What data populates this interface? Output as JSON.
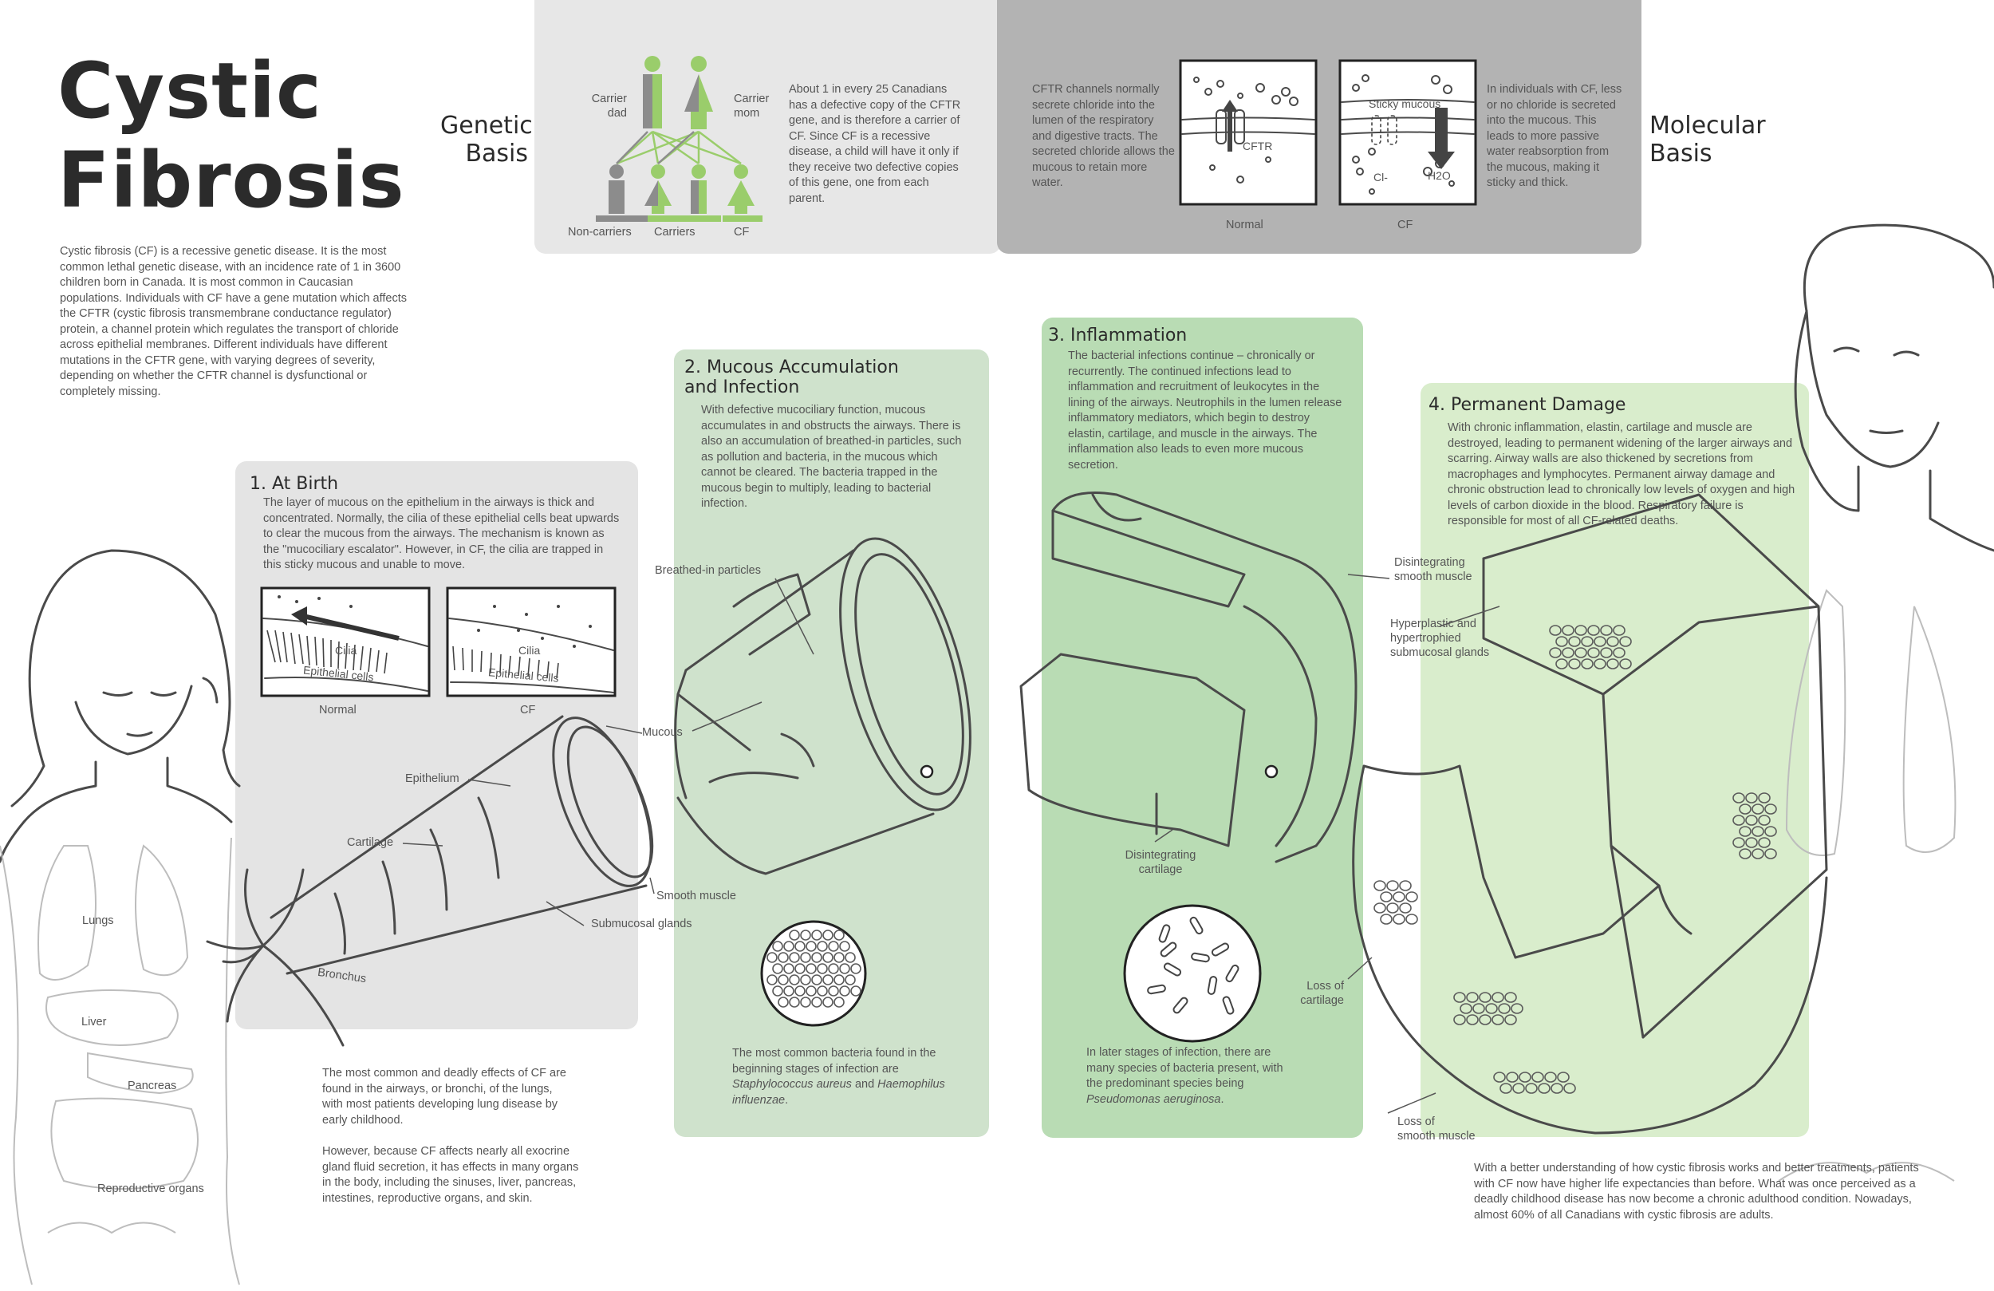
{
  "title": {
    "line1": "Cystic",
    "line2": "Fibrosis"
  },
  "intro": "Cystic fibrosis (CF) is a recessive genetic disease. It is the most common lethal genetic disease, with an incidence rate of 1 in 3600 children born in Canada. It is most common in Caucasian populations. Individuals with CF have a gene mutation which affects the CFTR (cystic fibrosis transmembrane conductance regulator) protein, a channel protein which regulates the transport of chloride across epithelial membranes. Different individuals have different mutations in the CFTR gene, with varying degrees of severity, depending on whether the CFTR channel is dysfunctional or completely missing.",
  "genetic": {
    "heading": "Genetic\nBasis",
    "carrier_dad": "Carrier\ndad",
    "carrier_mom": "Carrier\nmom",
    "non_carriers": "Non-carriers",
    "carriers": "Carriers",
    "cf": "CF",
    "text": "About 1 in every 25 Canadians has a defective copy of the CFTR gene, and is therefore a carrier of CF. Since CF is a recessive disease, a child will have it only if they receive two defective copies of this gene, one from each parent.",
    "colors": {
      "green": "#9acd6b",
      "gray": "#8c8c8c"
    }
  },
  "molecular": {
    "heading": "Molecular\nBasis",
    "left_text": "CFTR channels normally secrete chloride into the lumen of the respiratory and digestive tracts. The secreted chloride allows the mucous to retain more water.",
    "right_text": "In individuals with CF, less or no chloride is secreted into the mucous. This leads to more passive water reabsorption from the mucous, making it sticky and thick.",
    "cftr_label": "CFTR",
    "sticky_label": "Sticky mucous",
    "cl_label": "Cl-",
    "h2o_label": "H2O",
    "normal_caption": "Normal",
    "cf_caption": "CF"
  },
  "stage1": {
    "title": "1. At Birth",
    "text": "The layer of mucous on the epithelium in the airways is thick and concentrated. Normally, the cilia of these epithelial cells beat upwards to clear the mucous from the airways. The mechanism is known as the \"mucociliary escalator\". However, in CF, the cilia are trapped in this sticky mucous and unable to move.",
    "cilia": "Cilia",
    "epithelial": "Epithelial cells",
    "normal": "Normal",
    "cf": "CF",
    "labels": {
      "epithelium": "Epithelium",
      "cartilage": "Cartilage",
      "mucous": "Mucous",
      "smooth_muscle": "Smooth muscle",
      "submucosal": "Submucosal glands",
      "bronchus": "Bronchus"
    }
  },
  "stage2": {
    "title": "2. Mucous Accumulation\n   and Infection",
    "text": "With defective mucociliary function, mucous accumulates in and obstructs the airways. There is also an accumulation of breathed-in particles, such as pollution and bacteria, in the mucous which cannot be cleared. The bacteria trapped in the mucous begin to multiply, leading to bacterial infection.",
    "breathed_in": "Breathed-in particles",
    "caption_a": "The most common bacteria found in the beginning stages of infection are ",
    "caption_i1": "Staphylococcus aureus",
    "caption_b": " and ",
    "caption_i2": "Haemophilus influenzae",
    "caption_c": "."
  },
  "stage3": {
    "title": "3. Inflammation",
    "text": "The bacterial infections continue – chronically or recurrently. The continued infections lead to inflammation and recruitment of leukocytes in the lining of the airways. Neutrophils in the lumen release inflammatory mediators, which begin to destroy elastin, cartilage, and muscle in the airways. The inflammation also leads to even more mucous secretion.",
    "disintegrating_cartilage": "Disintegrating\ncartilage",
    "caption_a": "In later stages of infection, there are many species of bacteria present, with the predominant species being ",
    "caption_i": "Pseudomonas aeruginosa",
    "caption_b": "."
  },
  "stage4": {
    "title": "4. Permanent Damage",
    "text": "With chronic inflammation, elastin, cartilage and muscle are destroyed, leading to permanent widening of the larger airways and scarring. Airway walls are also thickened by secretions from macrophages and lymphocytes. Permanent airway damage and chronic obstruction lead to chronically low levels of oxygen and high levels of carbon dioxide in the blood. Respiratory failure is responsible for most of all CF-related deaths.",
    "disintegrating_smooth": "Disintegrating\nsmooth muscle",
    "hyperplastic": "Hyperplastic and\nhypertrophied\nsubmucosal glands",
    "loss_cartilage": "Loss of\ncartilage",
    "loss_smooth": "Loss of\nsmooth muscle"
  },
  "organs": {
    "lungs": "Lungs",
    "liver": "Liver",
    "pancreas": "Pancreas",
    "reproductive": "Reproductive organs"
  },
  "effects_p1": "The most common and deadly effects of CF are found in the airways, or bronchi, of the lungs, with most patients developing lung disease by early childhood.",
  "effects_p2": "However, because CF affects nearly all exocrine gland fluid secretion, it has effects in many organs in the body, including the sinuses, liver, pancreas, intestines, reproductive organs, and skin.",
  "closing": "With a better understanding of how cystic fibrosis works and better treatments, patients with CF now have higher life expectancies than before. What was once perceived as a deadly childhood disease has now become a chronic adulthood condition. Nowadays, almost 60% of all Canadians with cystic fibrosis are adults."
}
